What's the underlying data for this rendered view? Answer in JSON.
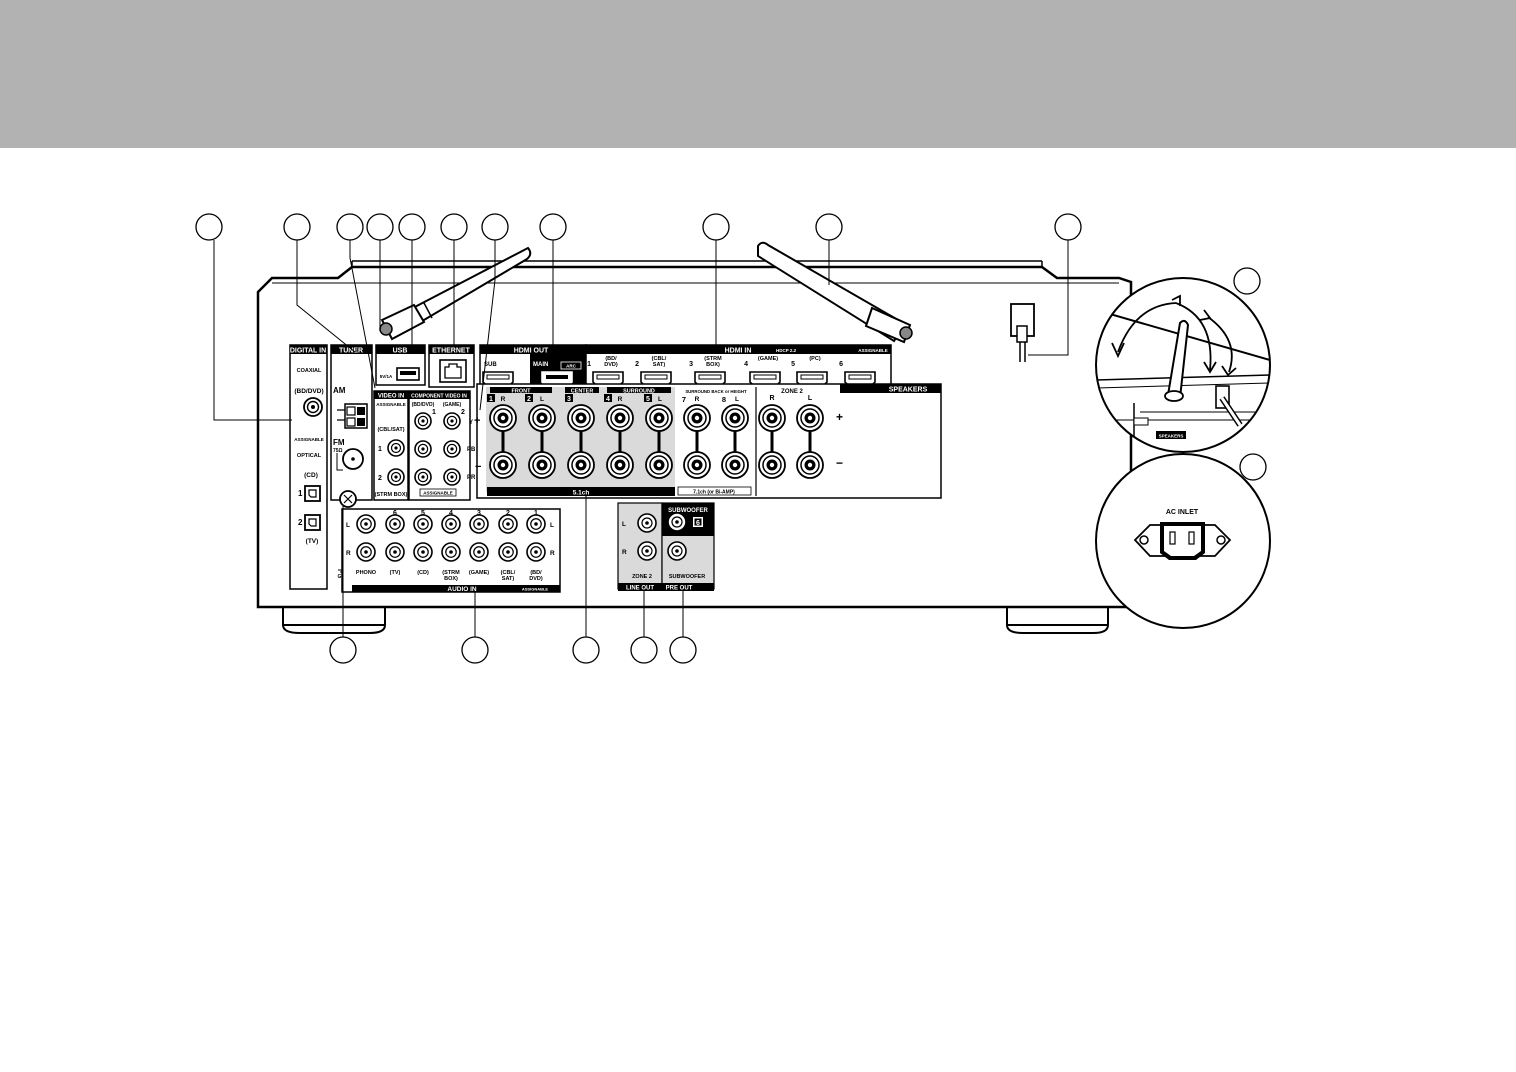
{
  "header": {
    "background_color": "#b2b2b2"
  },
  "panel": {
    "digital_in": {
      "title": "DIGITAL IN",
      "coaxial": "COAXIAL",
      "coaxial_input": "(BD/DVD)",
      "assignable": "ASSIGNABLE",
      "optical": "OPTICAL",
      "opt1_num": "1",
      "opt1_label": "(CD)",
      "opt2_num": "2",
      "opt2_label": "(TV)"
    },
    "tuner": {
      "title": "TUNER",
      "am": "AM",
      "fm": "FM",
      "fm_ohm": "75Ω"
    },
    "usb": {
      "title": "USB",
      "rating": "5V/1A"
    },
    "ethernet": {
      "title": "ETHERNET"
    },
    "hdmi_out": {
      "title": "HDMI OUT",
      "sub": "SUB",
      "main": "MAIN",
      "arc": "ARC"
    },
    "hdmi_in": {
      "title": "HDMI IN",
      "hdcp": "HDCP 2.2",
      "assignable": "ASSIGNABLE",
      "ports": [
        {
          "num": "1",
          "label": "(BD/\nDVD)"
        },
        {
          "num": "2",
          "label": "(CBL/\nSAT)"
        },
        {
          "num": "3",
          "label": "(STRM\nBOX)"
        },
        {
          "num": "4",
          "label": "(GAME)"
        },
        {
          "num": "5",
          "label": "(PC)"
        },
        {
          "num": "6",
          "label": ""
        }
      ]
    },
    "video_in": {
      "title": "VIDEO IN",
      "assignable": "ASSIGNABLE",
      "cbl_sat": "(CBL/SAT)",
      "num1": "1",
      "num2": "2",
      "strm_box": "(STRM BOX)"
    },
    "component": {
      "title": "COMPONENT VIDEO IN",
      "col1": "(BD/DVD)",
      "col2": "(GAME)",
      "num1": "1",
      "num2": "2",
      "y": "Y",
      "pb": "PB",
      "pr": "PR",
      "assignable": "ASSIGNABLE"
    },
    "speakers": {
      "title": "SPEAKERS",
      "plus": "+",
      "minus": "−",
      "front": "FRONT",
      "center": "CENTER",
      "surround": "SURROUND",
      "surround_back": "SURROUND BACK or HEIGHT",
      "zone2": "ZONE 2",
      "r": "R",
      "l": "L",
      "n1": "1",
      "n2": "2",
      "n3": "3",
      "n4": "4",
      "n5": "5",
      "n7": "7",
      "n8": "8",
      "label_51": "5.1ch",
      "label_71": "7.1ch (or Bi-AMP)"
    },
    "audio_in": {
      "title": "AUDIO IN",
      "assignable": "ASSIGNABLE",
      "l": "L",
      "r": "R",
      "gnd": "GND",
      "columns": [
        {
          "num": "",
          "label": "PHONO"
        },
        {
          "num": "6",
          "label": "(TV)"
        },
        {
          "num": "5",
          "label": "(CD)"
        },
        {
          "num": "4",
          "label": "(STRM\nBOX)"
        },
        {
          "num": "3",
          "label": "(GAME)"
        },
        {
          "num": "2",
          "label": "(CBL/\nSAT)"
        },
        {
          "num": "1",
          "label": "(BD/\nDVD)"
        }
      ]
    },
    "line_out": {
      "zone2": "ZONE 2",
      "title": "LINE OUT",
      "l": "L",
      "r": "R"
    },
    "pre_out": {
      "subwoofer": "SUBWOOFER",
      "num": "6",
      "title": "PRE OUT",
      "subwoofer_bottom": "SUBWOOFER"
    },
    "ac_inlet": {
      "title": "AC INLET"
    },
    "inset_speakers": "SPEAKERS"
  }
}
